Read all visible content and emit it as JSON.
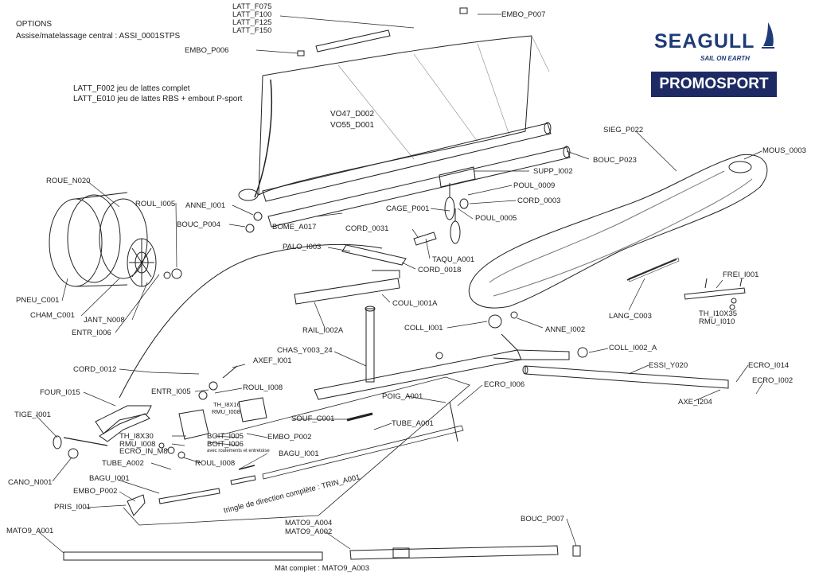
{
  "header": {
    "options_title": "OPTIONS",
    "options_line": "Assise/matelassage central : ASSI_0001STPS"
  },
  "brand": {
    "name": "SEAGULL",
    "tagline": "SAIL ON EARTH",
    "dealer": "PROMOSPORT",
    "colors": {
      "brand_blue": "#1f3b78",
      "dealer_bg": "#1e2a63"
    }
  },
  "notes": {
    "battens_1": "LATT_F002 jeu de lattes complet",
    "battens_2": "LATT_E010 jeu de lattes RBS + embout P-sport",
    "sail_1": "VO47_D002",
    "sail_2": "VO55_D001",
    "handling_note": "avec roulements et entretoise"
  },
  "parts": {
    "latt_f075": "LATT_F075",
    "latt_f100": "LATT_F100",
    "latt_f125": "LATT_F125",
    "latt_f150": "LATT_F150",
    "embo_p007": "EMBO_P007",
    "embo_p006": "EMBO_P006",
    "sieg_p022": "SIEG_P022",
    "mous_0003": "MOUS_0003",
    "bouc_p023": "BOUC_P023",
    "supp_i002": "SUPP_I002",
    "poul_0009": "POUL_0009",
    "cord_0003": "CORD_0003",
    "poul_0005": "POUL_0005",
    "cage_p001": "CAGE_P001",
    "anne_i001": "ANNE_I001",
    "bouc_p004": "BOUC_P004",
    "bome_a017": "BOME_A017",
    "cord_0031": "CORD_0031",
    "taqu_a001": "TAQU_A001",
    "palo_i003": "PALO_I003",
    "cord_0018": "CORD_0018",
    "coul_i001a": "COUL_I001A",
    "roue_n020": "ROUE_N020",
    "roul_i005": "ROUL_I005",
    "pneu_c001": "PNEU_C001",
    "cham_c001": "CHAM_C001",
    "jant_n008": "JANT_N008",
    "entr_i006": "ENTR_I006",
    "rail_i002a": "RAIL_I002A",
    "coll_i001": "COLL_I001",
    "anne_i002": "ANNE_I002",
    "lang_c003": "LANG_C003",
    "frei_i001": "FREI_I001",
    "th_i10x35": "TH_I10X35",
    "rmu_i010": "RMU_I010",
    "chas_y003_24": "CHAS_Y003_24",
    "coll_i002_a": "COLL_I002_A",
    "cord_0012": "CORD_0012",
    "axef_i001": "AXEF_I001",
    "essi_y020": "ESSI_Y020",
    "ecro_i014": "ECRO_I014",
    "ecro_i002": "ECRO_I002",
    "axe_i204": "AXE_I204",
    "four_i015": "FOUR_I015",
    "entr_i005": "ENTR_I005",
    "roul_i008": "ROUL_I008",
    "th_i8x16": "TH_I8X16",
    "rmu_i008": "RMU_I008",
    "poig_a001": "POIG_A001",
    "ecro_i006": "ECRO_I006",
    "tige_i001": "TIGE_I001",
    "souf_c001": "SOUF_C001",
    "tube_a001": "TUBE_A001",
    "th_i8x30": "TH_I8X30",
    "ecro_in_m8": "ECRO_IN_M8",
    "boit_i005": "BOIT_I005",
    "boit_i006": "BOIT_I006",
    "embo_p002": "EMBO_P002",
    "bagu_i001": "BAGU_I001",
    "tube_a002": "TUBE_A002",
    "cano_n001": "CANO_N001",
    "pris_i001": "PRIS_I001",
    "trin_a001": "tringle de direction complète :   TRIN_A001",
    "bouc_p007": "BOUC_P007",
    "mato9_a001": "MATO9_A001",
    "mato9_a004": "MATO9_A004",
    "mato9_a002": "MATO9_A002",
    "mato9_a003": "Mât complet : MATO9_A003"
  }
}
